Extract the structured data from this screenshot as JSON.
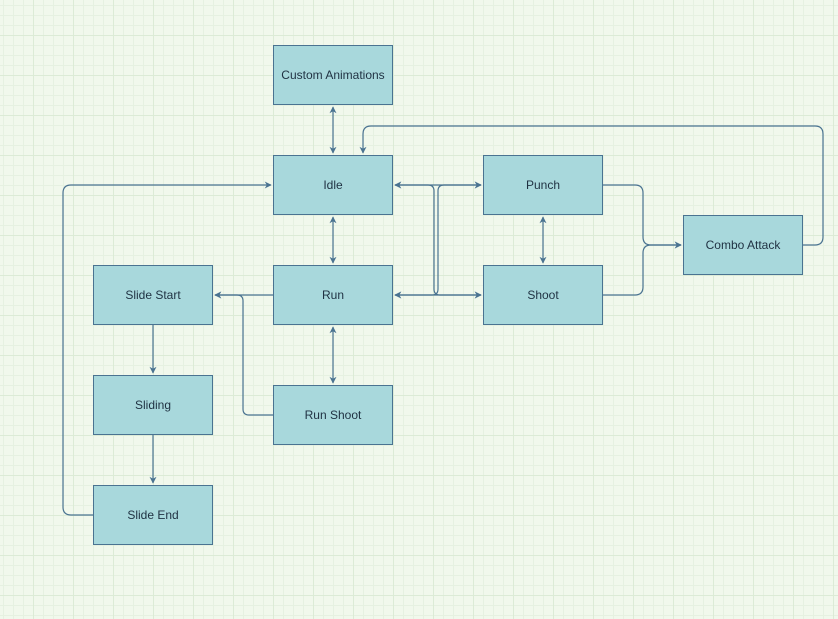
{
  "colors": {
    "background": "#f1f8ec",
    "node_fill": "#a8d8dc",
    "node_stroke": "#4a7391",
    "edge": "#4a7391",
    "text": "#1f3142"
  },
  "nodes": {
    "custom_animations": "Custom Animations",
    "idle": "Idle",
    "punch": "Punch",
    "combo_attack": "Combo Attack",
    "slide_start": "Slide Start",
    "run": "Run",
    "shoot": "Shoot",
    "sliding": "Sliding",
    "run_shoot": "Run Shoot",
    "slide_end": "Slide End"
  },
  "edges": [
    {
      "from": "idle",
      "to": "custom_animations",
      "bidirectional": true
    },
    {
      "from": "idle",
      "to": "run",
      "bidirectional": true
    },
    {
      "from": "run",
      "to": "run_shoot",
      "bidirectional": true
    },
    {
      "from": "punch",
      "to": "shoot",
      "bidirectional": true
    },
    {
      "from": "run",
      "to": "slide_start",
      "bidirectional": false
    },
    {
      "from": "run_shoot",
      "to": "slide_start",
      "bidirectional": false
    },
    {
      "from": "slide_start",
      "to": "sliding",
      "bidirectional": false
    },
    {
      "from": "sliding",
      "to": "slide_end",
      "bidirectional": false
    },
    {
      "from": "slide_end",
      "to": "idle",
      "bidirectional": false
    },
    {
      "from": "punch",
      "to": "combo_attack",
      "bidirectional": false
    },
    {
      "from": "shoot",
      "to": "combo_attack",
      "bidirectional": false
    },
    {
      "from": "combo_attack",
      "to": "idle",
      "bidirectional": false
    },
    {
      "from": "idle",
      "to": "punch",
      "bidirectional": true
    },
    {
      "from": "idle",
      "to": "shoot",
      "bidirectional": true
    },
    {
      "from": "run",
      "to": "punch",
      "bidirectional": true
    },
    {
      "from": "run",
      "to": "shoot",
      "bidirectional": true
    }
  ]
}
